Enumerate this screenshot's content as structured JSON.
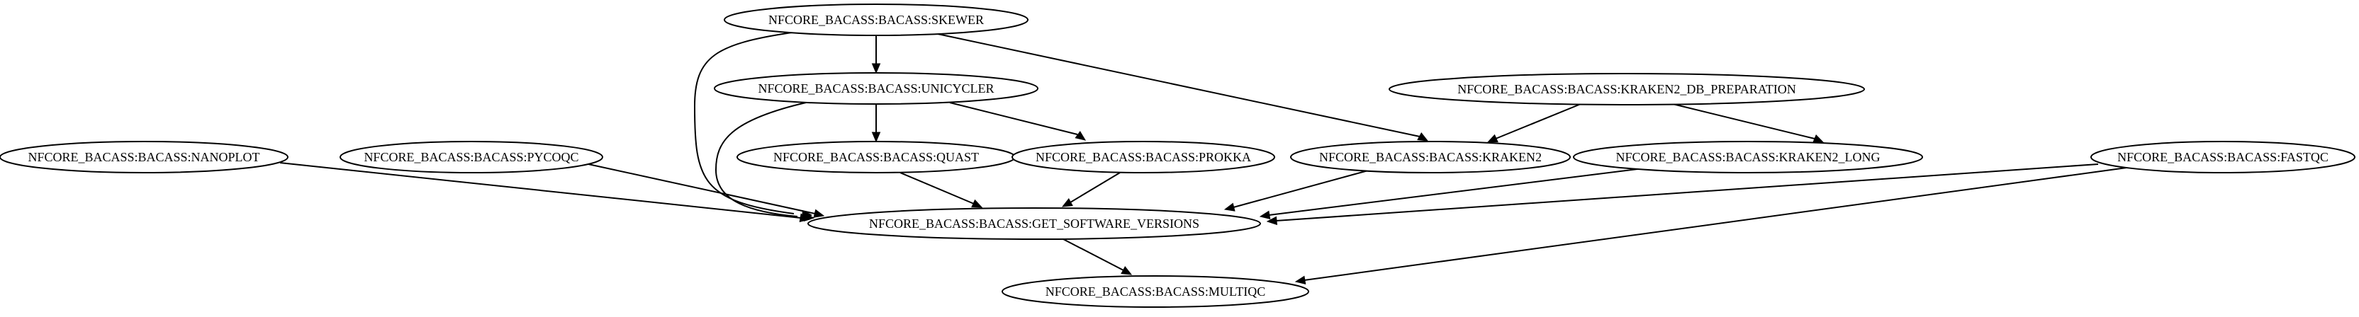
{
  "graph": {
    "nodes": [
      {
        "id": "skewer",
        "label": "NFCORE_BACASS:BACASS:SKEWER"
      },
      {
        "id": "unicycler",
        "label": "NFCORE_BACASS:BACASS:UNICYCLER"
      },
      {
        "id": "kraken2_db_preparation",
        "label": "NFCORE_BACASS:BACASS:KRAKEN2_DB_PREPARATION"
      },
      {
        "id": "nanoplot",
        "label": "NFCORE_BACASS:BACASS:NANOPLOT"
      },
      {
        "id": "pycoqc",
        "label": "NFCORE_BACASS:BACASS:PYCOQC"
      },
      {
        "id": "quast",
        "label": "NFCORE_BACASS:BACASS:QUAST"
      },
      {
        "id": "prokka",
        "label": "NFCORE_BACASS:BACASS:PROKKA"
      },
      {
        "id": "kraken2",
        "label": "NFCORE_BACASS:BACASS:KRAKEN2"
      },
      {
        "id": "kraken2_long",
        "label": "NFCORE_BACASS:BACASS:KRAKEN2_LONG"
      },
      {
        "id": "fastqc",
        "label": "NFCORE_BACASS:BACASS:FASTQC"
      },
      {
        "id": "get_software_versions",
        "label": "NFCORE_BACASS:BACASS:GET_SOFTWARE_VERSIONS"
      },
      {
        "id": "multiqc",
        "label": "NFCORE_BACASS:BACASS:MULTIQC"
      }
    ],
    "edges": [
      {
        "from": "skewer",
        "to": "unicycler"
      },
      {
        "from": "skewer",
        "to": "kraken2"
      },
      {
        "from": "skewer",
        "to": "get_software_versions"
      },
      {
        "from": "unicycler",
        "to": "quast"
      },
      {
        "from": "unicycler",
        "to": "prokka"
      },
      {
        "from": "unicycler",
        "to": "get_software_versions"
      },
      {
        "from": "kraken2_db_preparation",
        "to": "kraken2"
      },
      {
        "from": "kraken2_db_preparation",
        "to": "kraken2_long"
      },
      {
        "from": "nanoplot",
        "to": "get_software_versions"
      },
      {
        "from": "pycoqc",
        "to": "get_software_versions"
      },
      {
        "from": "quast",
        "to": "get_software_versions"
      },
      {
        "from": "prokka",
        "to": "get_software_versions"
      },
      {
        "from": "kraken2",
        "to": "get_software_versions"
      },
      {
        "from": "kraken2_long",
        "to": "get_software_versions"
      },
      {
        "from": "fastqc",
        "to": "get_software_versions"
      },
      {
        "from": "fastqc",
        "to": "multiqc"
      },
      {
        "from": "get_software_versions",
        "to": "multiqc"
      }
    ]
  }
}
